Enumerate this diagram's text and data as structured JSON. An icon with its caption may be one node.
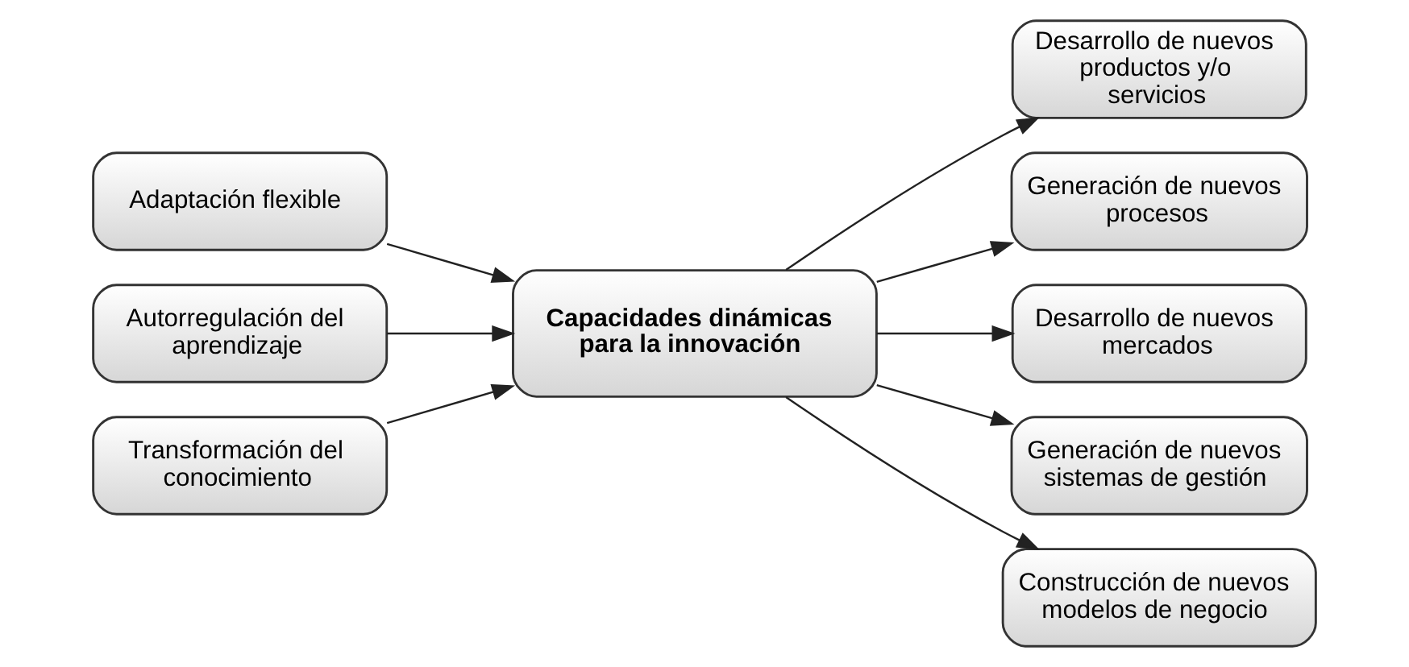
{
  "diagram": {
    "nodes": [
      {
        "text": [
          "Adaptación flexible"
        ]
      },
      {
        "text": [
          "Autorregulación del aprendizaje"
        ]
      },
      {
        "text": [
          "Transformación del conocimiento"
        ]
      },
      {
        "text": [
          "Capacidades dinámicas para la innovación"
        ]
      },
      {
        "text": [
          "Desarrollo de nuevos productos y/o servicios"
        ]
      },
      {
        "text": [
          "Generación de nuevos procesos"
        ]
      },
      {
        "text": [
          "Desarrollo de nuevos mercados"
        ]
      },
      {
        "text": [
          "Generación de nuevos sistemas de gestión"
        ]
      },
      {
        "text": [
          "Construcción de nuevos modelos de negocio"
        ]
      }
    ],
    "edges": [
      {
        "from": 0,
        "to": 3,
        "arrow": "to"
      },
      {
        "from": 1,
        "to": 3,
        "arrow": "to"
      },
      {
        "from": 2,
        "to": 3,
        "arrow": "to"
      },
      {
        "from": 3,
        "to": 4,
        "arrow": "to"
      },
      {
        "from": 3,
        "to": 5,
        "arrow": "to"
      },
      {
        "from": 3,
        "to": 6,
        "arrow": "to"
      },
      {
        "from": 3,
        "to": 7,
        "arrow": "to"
      },
      {
        "from": 3,
        "to": 8,
        "arrow": "to"
      }
    ]
  }
}
